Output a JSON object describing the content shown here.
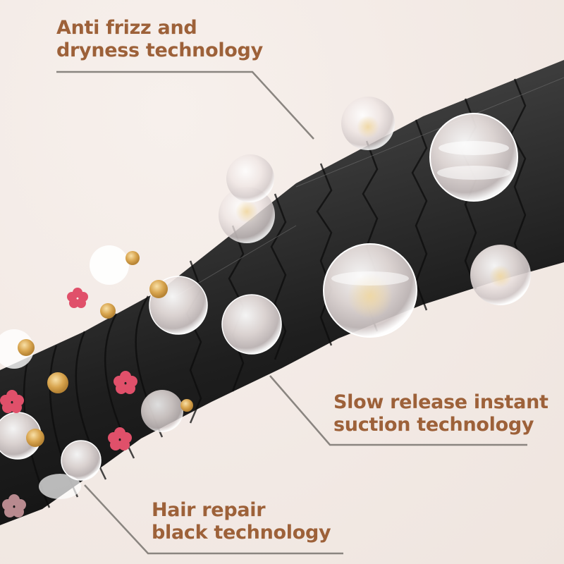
{
  "labels": {
    "top": {
      "line1": "Anti frizz and",
      "line2": "dryness technology"
    },
    "middle": {
      "line1": "Slow release instant",
      "line2": "suction technology"
    },
    "bottom": {
      "line1": "Hair repair",
      "line2": "black technology"
    }
  },
  "colors": {
    "background": "#f4ece8",
    "text": "#9d6139",
    "leader_line": "#8a8580",
    "hair_strand": "#2a2a2a",
    "bubble": "#f5f0ee",
    "pink_flower": "#e0506a",
    "gold_bead": "#d9a650"
  },
  "illustration": {
    "subject": "hair-strand-with-nutrient-bubbles"
  }
}
